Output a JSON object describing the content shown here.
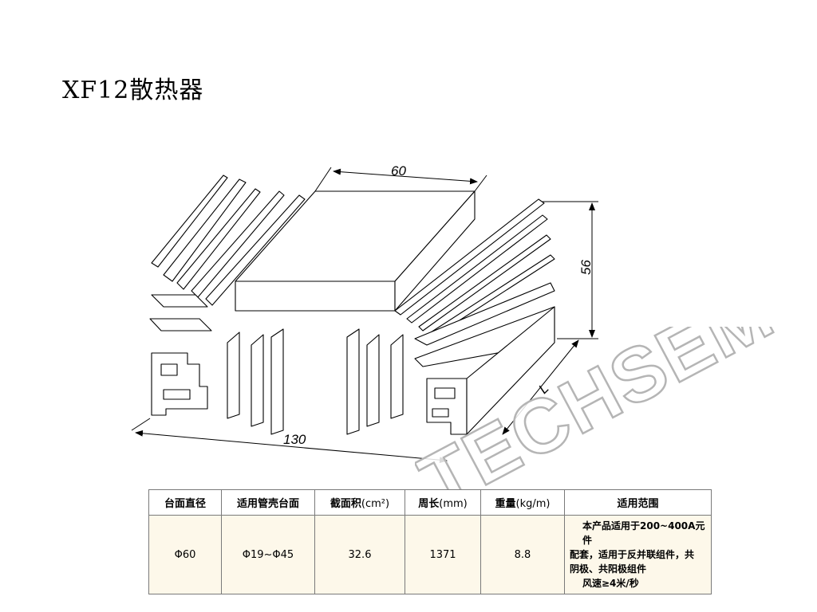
{
  "page": {
    "title": "XF12散热器"
  },
  "drawing": {
    "dim_width": "60",
    "dim_height": "56",
    "dim_length": "L",
    "dim_total": "130"
  },
  "watermark": {
    "text": "TECHSEM"
  },
  "table": {
    "headers": [
      {
        "label": "台面直径",
        "unit": ""
      },
      {
        "label": "适用管壳台面",
        "unit": ""
      },
      {
        "label": "截面积",
        "unit": "(cm²)"
      },
      {
        "label": "周长",
        "unit": "(mm)"
      },
      {
        "label": "重量",
        "unit": "(kg/m)"
      },
      {
        "label": "适用范围",
        "unit": ""
      }
    ],
    "row": {
      "diameter": "Φ60",
      "case": "Φ19~Φ45",
      "area": "32.6",
      "perimeter": "1371",
      "weight": "8.8",
      "range_lines": [
        "本产品适用于200~400A元件",
        "配套，适用于反并联组件，共",
        "阴极、共阳极组件",
        "风速≥4米/秒"
      ]
    }
  }
}
